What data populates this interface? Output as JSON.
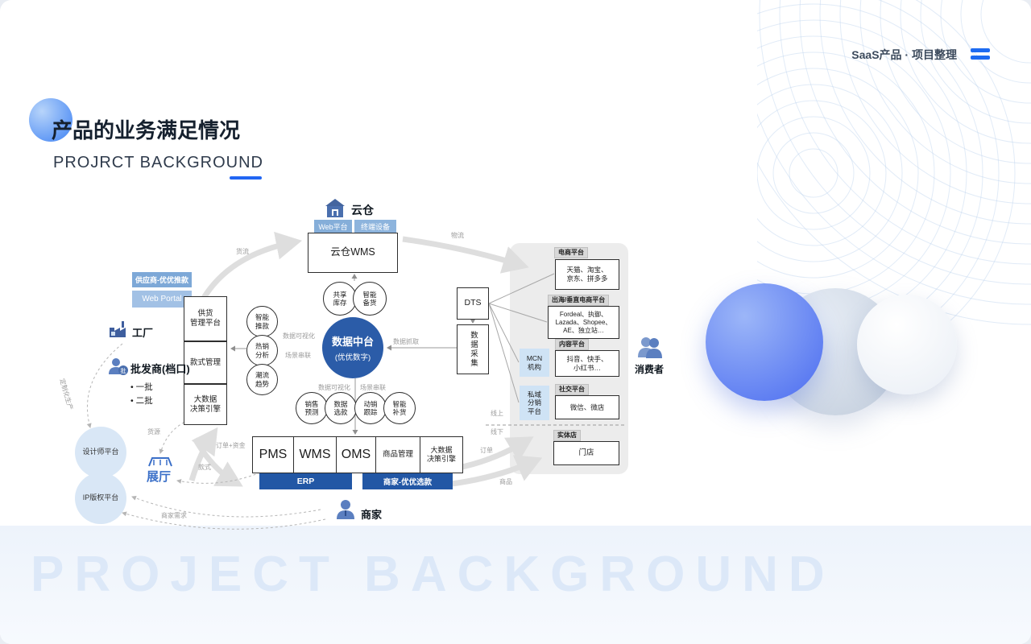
{
  "header": {
    "breadcrumb": "SaaS产品 · 项目整理"
  },
  "title": {
    "heading": "产品的业务满足情况",
    "subtitle": "PROJRCT BACKGROUND"
  },
  "watermark": "PROJECT BACKGROUND",
  "colors": {
    "accent": "#2166f3",
    "hub_blue": "#2b5ca8",
    "bar_blue": "#2257a5",
    "soft_blue": "#cfe3f5",
    "panel_gray": "#ececec"
  },
  "diagram": {
    "cloud": {
      "name": "云仓",
      "tab_web": "Web平台",
      "tab_device": "终端设备",
      "wms": "云仓WMS",
      "circle_stock": "共享\n库存",
      "circle_ready": "智能\n备货"
    },
    "hub": {
      "line1": "数据中台",
      "line2": "(优优数字)"
    },
    "left_circles": [
      "智能\n推款",
      "热销\n分析",
      "潮流\n趋势"
    ],
    "bottom_circles": [
      "销售\n预测",
      "数据\n选款",
      "动销\n跟踪",
      "智能\n补货"
    ],
    "supplier": {
      "tag": "供应商-优优推款",
      "portal": "Web Portal",
      "stack": [
        "供货\n管理平台",
        "款式管理",
        "大数据\n决策引擎"
      ],
      "factory": "工厂",
      "wholesaler": "批发商(档口)",
      "batch1": "• 一批",
      "batch2": "• 二批"
    },
    "left_platforms": {
      "designer": "设计师平台",
      "ip": "IP版权平台",
      "showroom": "展厅"
    },
    "merchant": {
      "cells": [
        "PMS",
        "WMS",
        "OMS",
        "商品管理",
        "大数据\n决策引擎"
      ],
      "erp": "ERP",
      "bar": "商家-优优选款",
      "person": "商家"
    },
    "dts": {
      "name": "DTS",
      "collect": "数据采集"
    },
    "channels": {
      "ecommerce_tag": "电商平台",
      "ecommerce": "天猫、淘宝、\n京东、拼多多",
      "overseas_tag": "出海/垂直电商平台",
      "overseas": "Fordeal、执御、\nLazada、Shopee、\nAE、独立站…",
      "content_tag": "内容平台",
      "content": "抖音、快手、\n小红书…",
      "mcn": "MCN\n机构",
      "social_tag": "社交平台",
      "social": "微信、微店",
      "private": "私域\n分销\n平台",
      "store_tag": "实体店",
      "store": "门店",
      "consumer": "消费者"
    },
    "flow_labels": {
      "viz_left": "数据可视化",
      "link_left": "场景串联",
      "viz_bottom": "数据可视化",
      "link_bottom": "场景串联",
      "grab": "数据抓取",
      "goods_flow": "货流",
      "logistics": "物流",
      "order_fund": "订单+资金",
      "style": "款式",
      "custom_prod": "定制化生产",
      "supply": "货源",
      "merchant_demand": "商家需求",
      "online": "线上",
      "offline": "线下",
      "order": "订单",
      "product": "商品"
    }
  }
}
